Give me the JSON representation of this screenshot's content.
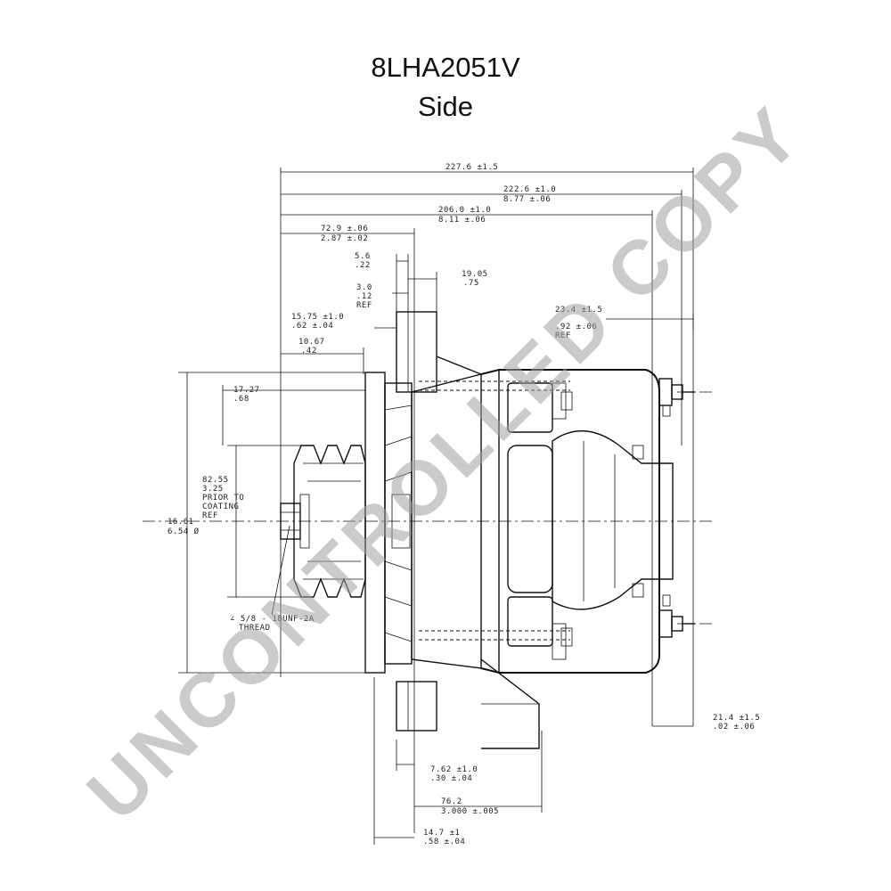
{
  "title": "8LHA2051V",
  "subtitle": "Side",
  "watermark": "UNCONTROLLED COPY",
  "dimensions": {
    "d_227": "227.6 ±1.5",
    "d_222_a": "222.6 ±1.0",
    "d_222_b": "8.77 ±.06",
    "d_206_a": "206.0 ±1.0",
    "d_206_b": "8.11 ±.06",
    "d_72_a": "72.9 ±.06",
    "d_72_b": "2.87 ±.02",
    "d_5_a": "5.6",
    "d_5_b": ".22",
    "d_19_a": "19.05",
    "d_19_b": ".75",
    "d_3_a": "3.0",
    "d_3_b": ".12",
    "d_3_c": "REF",
    "d_23_a": "23.4 ±1.5",
    "d_23_b": ".92 ±.06",
    "d_23_c": "REF",
    "d_15_a": "15.75 ±1.0",
    "d_15_b": ".62 ±.04",
    "d_10_a": "10.67",
    "d_10_b": ".42",
    "d_17_a": "17.27",
    "d_17_b": ".68",
    "d_82_a": "82.55",
    "d_82_b": "3.25",
    "d_82_c": "PRIOR TO",
    "d_82_d": "COATING",
    "d_82_e": "REF",
    "d_166_a": "16.61",
    "d_166_b": "6.54 Ø",
    "d_thread_a": "∠ 5/8 - 18UNF-2A",
    "d_thread_b": "THREAD",
    "d_21_a": "21.4 ±1.5",
    "d_21_b": ".02 ±.06",
    "d_7_a": "7.62 ±1.0",
    "d_7_b": ".30 ±.04",
    "d_76_a": "76.2",
    "d_76_b": "3.000 ±.005",
    "d_14_a": "14.7 ±1",
    "d_14_b": ".58 ±.04"
  }
}
